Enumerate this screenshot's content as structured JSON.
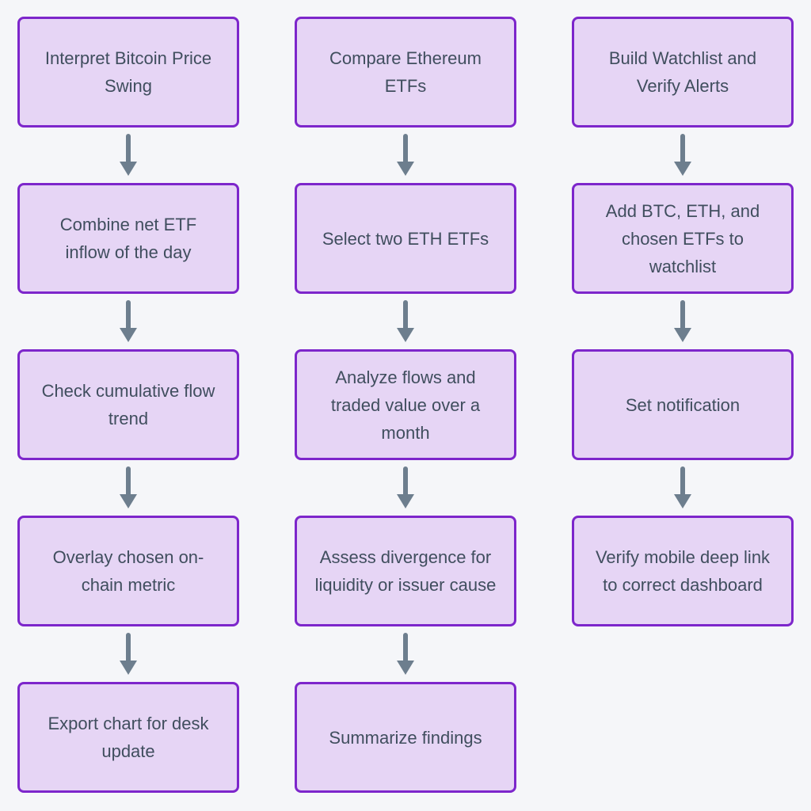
{
  "style": {
    "background": "#f5f6f9",
    "box_fill": "#e6d5f5",
    "box_border": "#7d26cb",
    "text_color": "#404e5e",
    "arrow_color": "#6d7e8e"
  },
  "flowchart": {
    "type": "vertical-flow",
    "columns": [
      {
        "steps": [
          {
            "label": "Interpret Bitcoin Price Swing"
          },
          {
            "label": "Combine net ETF inflow of the day"
          },
          {
            "label": "Check cumulative flow trend"
          },
          {
            "label": "Overlay chosen on-chain metric"
          },
          {
            "label": "Export chart for desk update"
          }
        ]
      },
      {
        "steps": [
          {
            "label": "Compare Ethereum ETFs"
          },
          {
            "label": "Select two ETH ETFs"
          },
          {
            "label": "Analyze flows and traded value over a month"
          },
          {
            "label": "Assess divergence for liquidity or issuer cause"
          },
          {
            "label": "Summarize findings"
          }
        ]
      },
      {
        "steps": [
          {
            "label": "Build Watchlist and Verify Alerts"
          },
          {
            "label": "Add BTC, ETH, and chosen ETFs to watchlist"
          },
          {
            "label": "Set notification"
          },
          {
            "label": "Verify mobile deep link to correct dashboard"
          }
        ]
      }
    ]
  }
}
